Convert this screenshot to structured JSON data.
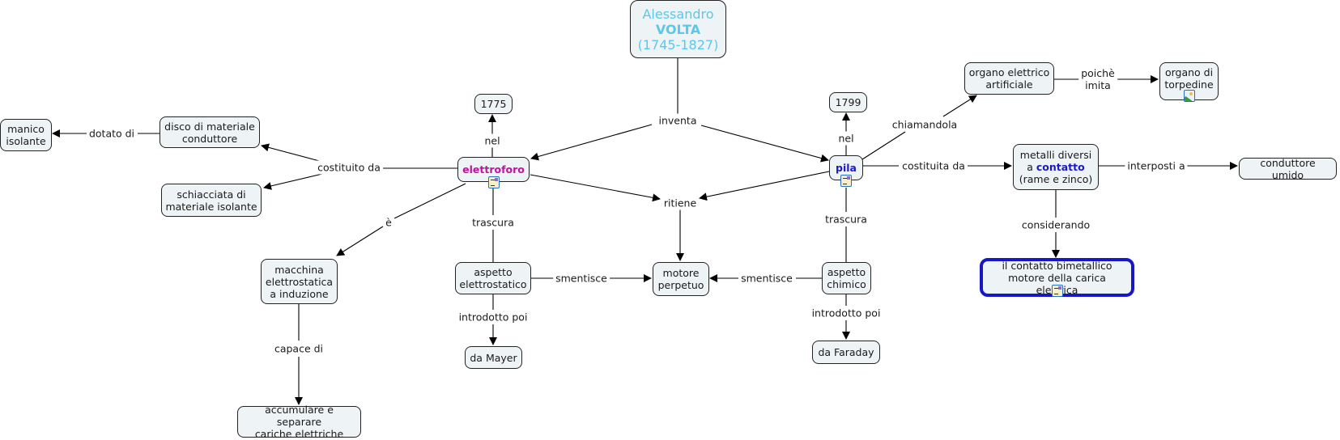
{
  "title": {
    "line1": "Alessandro",
    "line2": "VOLTA",
    "line3": "(1745-1827)",
    "color": "#5bc8ea"
  },
  "nodes": {
    "year_1775": "1775",
    "elettroforo": "elettroforo",
    "year_1799": "1799",
    "pila": "pila",
    "organo_elettrico": "organo elettrico\nartificiale",
    "organo_torpedine": "organo di\ntorpedine",
    "metalli_pre": "metalli diversi\na ",
    "metalli_emph": "contatto",
    "metalli_post": "(rame e zinco)",
    "conduttore_umido": "conduttore umido",
    "bimetallico": "il contatto bimetallico\nmotore della carica elettrica",
    "manico": "manico\nisolante",
    "disco": "disco di materiale\nconduttore",
    "schiacciata": "schiacciata di\nmateriale isolante",
    "macchina": "macchina\nelettrostatica\na induzione",
    "accumulare": "accumulare e separare\ncariche elettriche",
    "aspetto_elettrostatico": "aspetto\nelettrostatico",
    "da_mayer": "da Mayer",
    "motore_perpetuo": "motore\nperpetuo",
    "aspetto_chimico": "aspetto\nchimico",
    "da_faraday": "da Faraday"
  },
  "links": {
    "inventa": "inventa",
    "nel_left": "nel",
    "nel_right": "nel",
    "ritiene": "ritiene",
    "costituito_da": "costituito da",
    "dotato_di": "dotato di",
    "e": "è",
    "trascura_left": "trascura",
    "trascura_right": "trascura",
    "smentisce_left": "smentisce",
    "smentisce_right": "smentisce",
    "introdotto_left": "introdotto poi",
    "introdotto_right": "introdotto poi",
    "capace_di": "capace di",
    "chiamandola": "chiamandola",
    "poiche_imita": "poichè\nimita",
    "costituita_da": "costituita da",
    "interposti_a": "interposti a",
    "considerando": "considerando"
  },
  "colors": {
    "elettroforo": "#c0139e",
    "pila": "#1a1ac8",
    "highlight_border": "#1717c8",
    "node_fill": "#eef3f5"
  }
}
